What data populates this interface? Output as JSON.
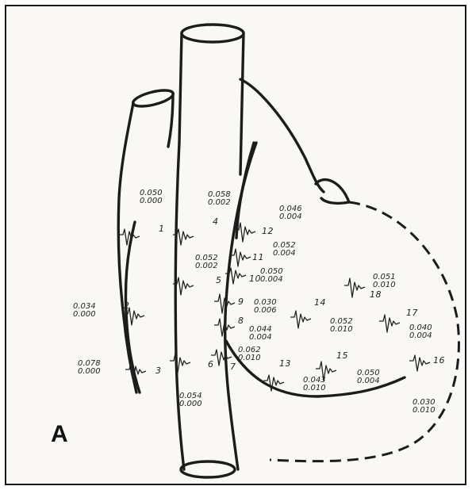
{
  "panel_label": "A",
  "sites": [
    {
      "num": "1",
      "top": "0.050",
      "bottom": "0.000"
    },
    {
      "num": "2",
      "top": "0.034",
      "bottom": "0.000"
    },
    {
      "num": "3",
      "top": "0.078",
      "bottom": "0.000"
    },
    {
      "num": "4",
      "top": "0.058",
      "bottom": "0.002"
    },
    {
      "num": "5",
      "top": "0.052",
      "bottom": "0.002"
    },
    {
      "num": "6",
      "top": "0.054",
      "bottom": "0.000"
    },
    {
      "num": "7",
      "top": "0.062",
      "bottom": "0.010"
    },
    {
      "num": "8",
      "top": "0.044",
      "bottom": "0.004"
    },
    {
      "num": "9",
      "top": "0.030",
      "bottom": "0.006"
    },
    {
      "num": "10",
      "top": "0.050",
      "bottom": "0.004"
    },
    {
      "num": "11",
      "top": "0.052",
      "bottom": "0.004"
    },
    {
      "num": "12",
      "top": "0.046",
      "bottom": "0.004"
    },
    {
      "num": "13",
      "top": "0.043",
      "bottom": "0.010"
    },
    {
      "num": "14",
      "top": "0.052",
      "bottom": "0.010"
    },
    {
      "num": "15",
      "top": "0.050",
      "bottom": "0.004"
    },
    {
      "num": "16",
      "top": "0.030",
      "bottom": "0.010"
    },
    {
      "num": "17",
      "top": "0.040",
      "bottom": "0.004"
    },
    {
      "num": "18",
      "top": "0.051",
      "bottom": "0.010"
    }
  ]
}
